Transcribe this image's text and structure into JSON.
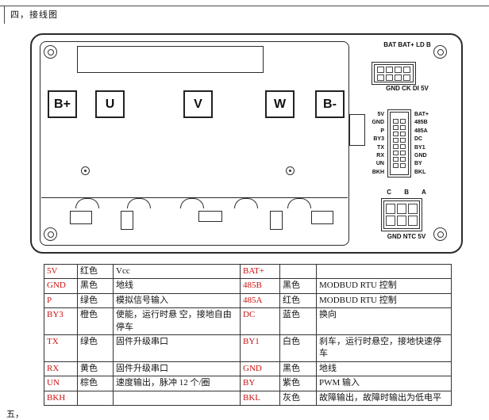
{
  "page": {
    "section_title": "四，接线图",
    "next_section_partial": "五，"
  },
  "colors": {
    "pin_text_accent": "#cc1111",
    "drawing_line": "#2b2b2b"
  },
  "diagram": {
    "terminals": [
      "B+",
      "U",
      "V",
      "W",
      "B-"
    ],
    "top_connector": {
      "top_label": "BAT BAT+ LD B",
      "bottom_label": "GND CK DI 5V"
    },
    "mid_connector": {
      "left_pins": [
        "5V",
        "GND",
        "P",
        "BY3",
        "TX",
        "RX",
        "UN",
        "BKH"
      ],
      "right_pins": [
        "BAT+",
        "485B",
        "485A",
        "DC",
        "BY1",
        "GND",
        "BY",
        "BKL"
      ]
    },
    "bottom_connector": {
      "top_label": "C B A",
      "bottom_label": "GND NTC 5V"
    }
  },
  "pin_table": {
    "rows": [
      {
        "pin_l": "5V",
        "color_l": "红色",
        "func_l": "Vcc",
        "pin_r": "BAT+",
        "color_r": "",
        "func_r": ""
      },
      {
        "pin_l": "GND",
        "color_l": "黑色",
        "func_l": "地线",
        "pin_r": "485B",
        "color_r": "黑色",
        "func_r": "MODBUD RTU 控制"
      },
      {
        "pin_l": "P",
        "color_l": "绿色",
        "func_l": "模拟信号输入",
        "pin_r": "485A",
        "color_r": "红色",
        "func_r": "MODBUD RTU 控制"
      },
      {
        "pin_l": "BY3",
        "color_l": "橙色",
        "func_l": "使能，运行时悬 空，接地自由停车",
        "pin_r": "DC",
        "color_r": "蓝色",
        "func_r": "换向"
      },
      {
        "pin_l": "TX",
        "color_l": "绿色",
        "func_l": "固件升级串口",
        "pin_r": "BY1",
        "color_r": "白色",
        "func_r": "刹车，运行时悬空，接地快速停车"
      },
      {
        "pin_l": "RX",
        "color_l": "黄色",
        "func_l": "固件升级串口",
        "pin_r": "GND",
        "color_r": "黑色",
        "func_r": "地线"
      },
      {
        "pin_l": "UN",
        "color_l": "棕色",
        "func_l": "速度输出，脉冲 12 个/圈",
        "pin_r": "BY",
        "color_r": "紫色",
        "func_r": "PWM 输入"
      },
      {
        "pin_l": "BKH",
        "color_l": "",
        "func_l": "",
        "pin_r": "BKL",
        "color_r": "灰色",
        "func_r": "故障输出，故障时输出为低电平"
      }
    ]
  }
}
